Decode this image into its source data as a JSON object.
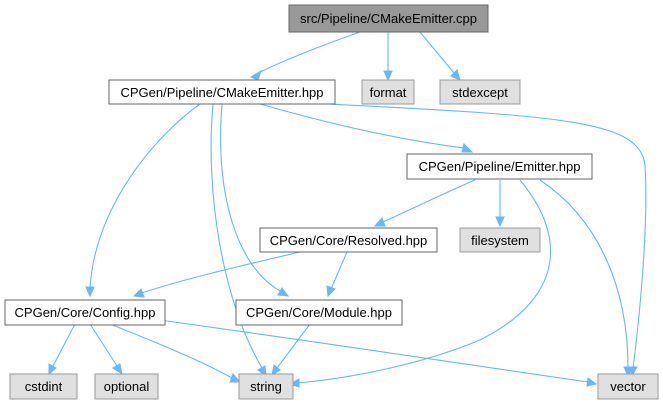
{
  "colors": {
    "root_fill": "#999999",
    "root_stroke": "#666666",
    "header_fill": "#ffffff",
    "header_stroke": "#666666",
    "system_fill": "#e0e0e0",
    "system_stroke": "#999999",
    "edge": "#63b8ff"
  },
  "nodes": {
    "root": "src/Pipeline/CMakeEmitter.cpp",
    "cmake_emitter_hpp": "CPGen/Pipeline/CMakeEmitter.hpp",
    "format": "format",
    "stdexcept": "stdexcept",
    "emitter_hpp": "CPGen/Pipeline/Emitter.hpp",
    "resolved_hpp": "CPGen/Core/Resolved.hpp",
    "filesystem": "filesystem",
    "config_hpp": "CPGen/Core/Config.hpp",
    "module_hpp": "CPGen/Core/Module.hpp",
    "cstdint": "cstdint",
    "optional": "optional",
    "string": "string",
    "vector": "vector"
  }
}
